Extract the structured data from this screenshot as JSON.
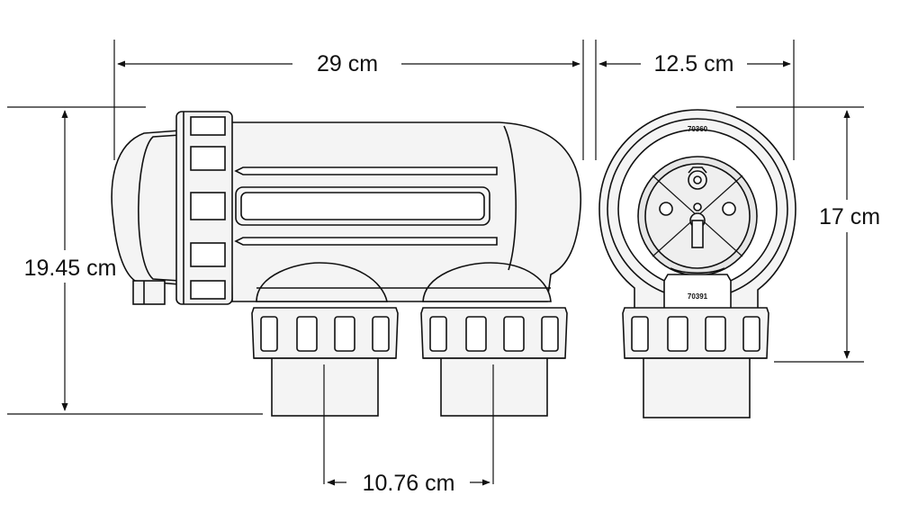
{
  "dimensions": {
    "length": "29 cm",
    "depth": "12.5 cm",
    "total_height": "19.45 cm",
    "body_height": "17 cm",
    "port_spacing": "10.76 cm"
  },
  "part_numbers": {
    "cap_label": "70360",
    "base_label": "70391"
  },
  "colors": {
    "line": "#111111",
    "fill": "#f4f4f4",
    "inner_fill": "#e6e6e6"
  }
}
